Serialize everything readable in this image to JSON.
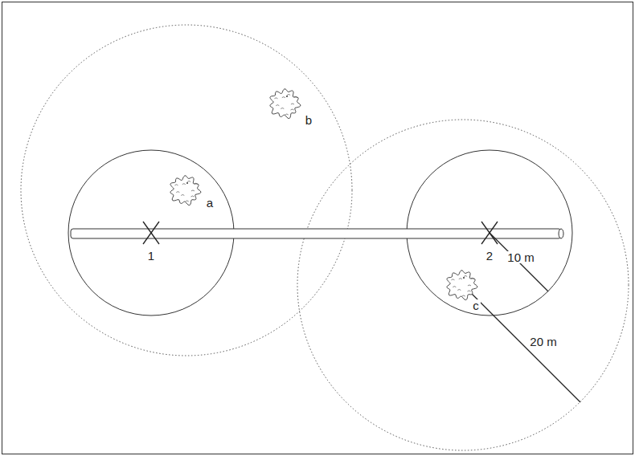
{
  "diagram": {
    "labels": [
      "1",
      "2",
      "a",
      "b",
      "c",
      "10 m",
      "20 m"
    ]
  }
}
